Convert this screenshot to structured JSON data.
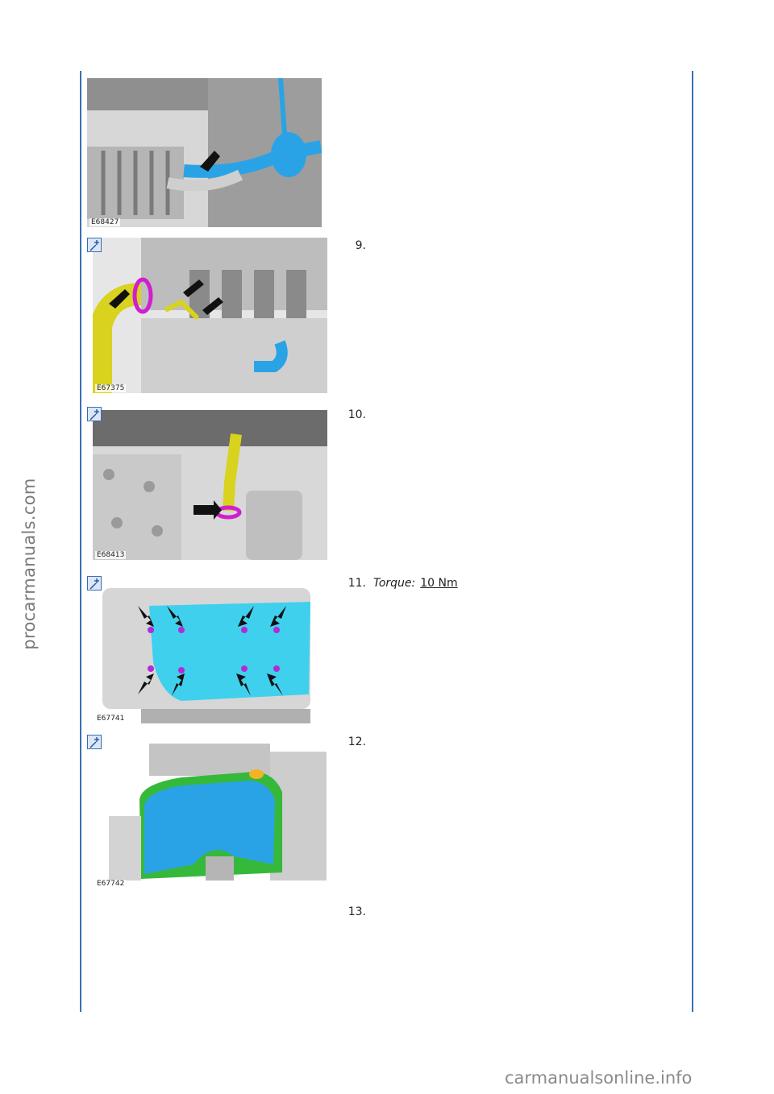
{
  "watermarks": {
    "side": "procarmanuals.com",
    "footer": "carmanualsonline.info"
  },
  "figures": [
    {
      "code": "E68427"
    },
    {
      "code": "E67375"
    },
    {
      "code": "E68413"
    },
    {
      "code": "E67741"
    },
    {
      "code": "E67742"
    }
  ],
  "steps": [
    {
      "number": "9."
    },
    {
      "number": "10."
    },
    {
      "number": "11.",
      "torque_label": "Torque:",
      "torque_value": "10 Nm"
    },
    {
      "number": "12."
    },
    {
      "number": "13."
    }
  ],
  "icons": {
    "zoom": "zoom-icon"
  },
  "colors": {
    "rule": "#3a6fb3",
    "highlight_blue": "#2aa3e6",
    "highlight_yellow": "#d9d21e",
    "highlight_magenta": "#d11ecf",
    "highlight_cyan": "#3fd0ee",
    "highlight_green": "#36b83b"
  }
}
